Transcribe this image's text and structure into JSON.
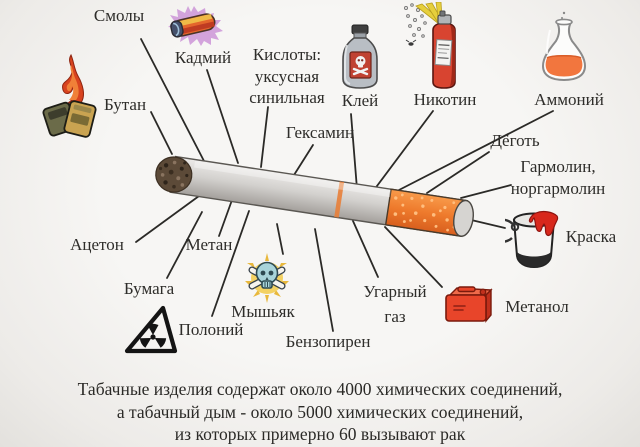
{
  "poster": {
    "subject": "cigarette-toxins-diagram",
    "labels": {
      "tars": "Смолы",
      "cadmium": "Кадмий",
      "acids_line1": "Кислоты:",
      "acids_line2": "уксусная",
      "acids_line3": "синильная",
      "butane": "Бутан",
      "hexamine": "Гексамин",
      "glue": "Клей",
      "nicotine": "Никотин",
      "ammonium": "Аммоний",
      "coal_tar": "Дёготь",
      "harmoline_line1": "Гармолин,",
      "harmoline_line2": "норгармолин",
      "paint": "Краска",
      "methanol": "Метанол",
      "carbon_monoxide_line1": "Угарный",
      "carbon_monoxide_line2": "газ",
      "acetone": "Ацетон",
      "methane": "Метан",
      "paper": "Бумага",
      "arsenic": "Мышьяк",
      "polonium": "Полоний",
      "benzopyrene": "Бензопирен"
    },
    "footer": {
      "line1": "Табачные изделия содержат около 4000 химических соединений,",
      "line2": "а табачный дым - около 5000 химических соединений,",
      "line3": "из которых примерно 60 вызывают рак"
    },
    "icons": {
      "cadmium": "battery-icon",
      "butane": "lighter-icon",
      "glue": "poison-bottle-icon",
      "nicotine": "spray-can-icon",
      "ammonium": "flask-icon",
      "paint": "paint-bucket-icon",
      "methanol": "fuel-can-icon",
      "arsenic": "skull-crossbones-icon",
      "polonium": "radiation-warning-icon"
    },
    "colors": {
      "ink": "#2b2a27",
      "cigarette_body": "#d2d0cd",
      "filter_orange": "#ef7f30",
      "ash_brown": "#5c4a38",
      "ring_orange": "#e87f3a",
      "spray_can_red": "#d84430",
      "flame_red": "#d8431f",
      "starburst_purple": "#c98fd6",
      "glow_yellow": "#f2cf5a",
      "paint_red": "#d8281c",
      "background": "#f3f2ef"
    }
  }
}
